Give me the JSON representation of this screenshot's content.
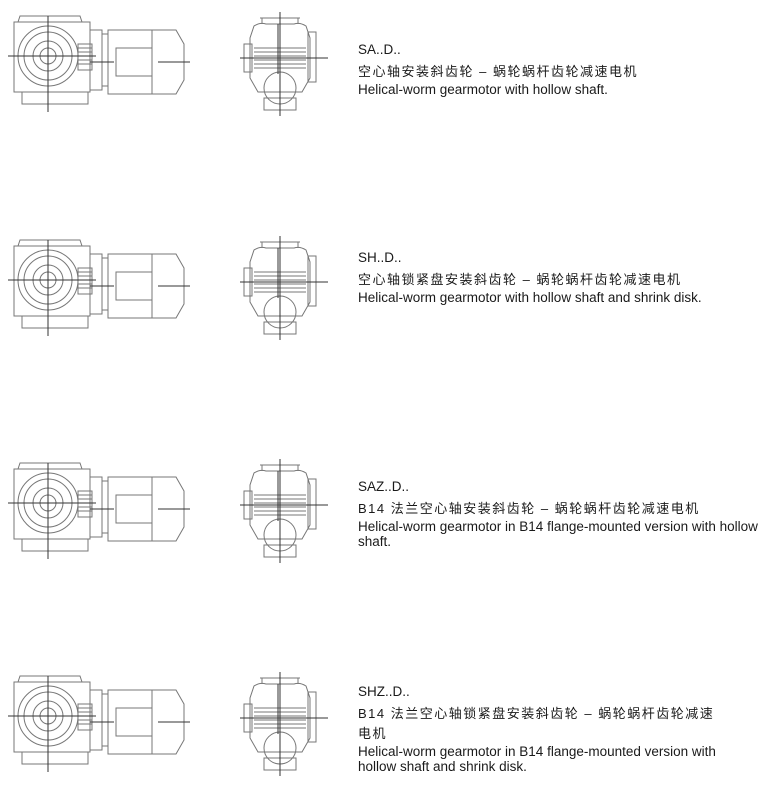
{
  "products": [
    {
      "code": "SA..D..",
      "cn": "空心轴安装斜齿轮 – 蜗轮蜗杆齿轮减速电机",
      "en": "Helical-worm gearmotor with hollow shaft."
    },
    {
      "code": "SH..D..",
      "cn": "空心轴锁紧盘安装斜齿轮 – 蜗轮蜗杆齿轮减速电机",
      "en": "Helical-worm gearmotor with hollow shaft and shrink disk."
    },
    {
      "code": "SAZ..D..",
      "cn": "B14 法兰空心轴安装斜齿轮 – 蜗轮蜗杆齿轮减速电机",
      "en": "Helical-worm gearmotor in B14 flange-mounted version with hollow shaft."
    },
    {
      "code": "SHZ..D..",
      "cn": "B14 法兰空心轴锁紧盘安装斜齿轮 – 蜗轮蜗杆齿轮减速电机",
      "en": "Helical-worm gearmotor in B14 flange-mounted version with hollow shaft and shrink disk."
    }
  ]
}
